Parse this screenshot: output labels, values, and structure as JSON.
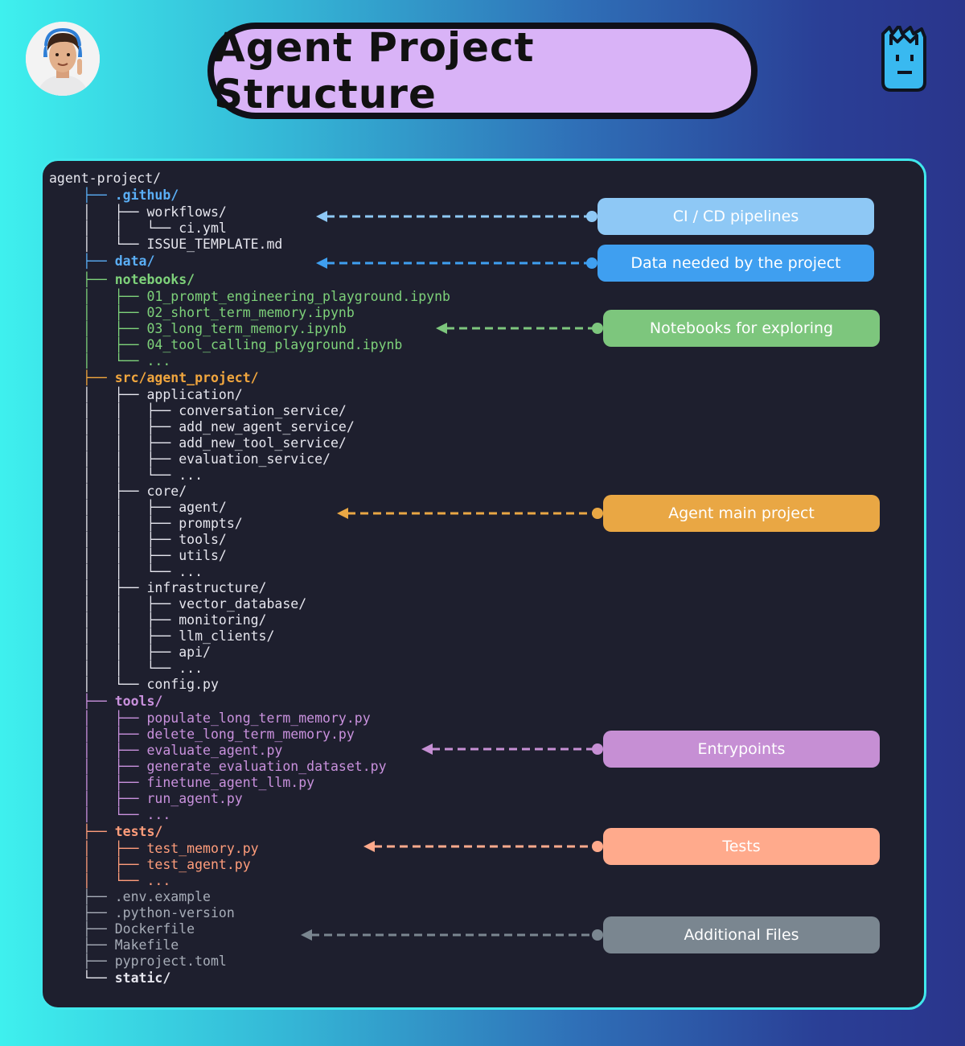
{
  "header": {
    "title": "Agent Project Structure"
  },
  "colors": {
    "blue_light": "#8ec8f5",
    "blue": "#3f9ff0",
    "green": "#7dc67d",
    "orange": "#e9a744",
    "purple": "#c68fd4",
    "salmon": "#ffaa8c",
    "gray": "#7a8690"
  },
  "tree": {
    "root": "agent-project/",
    "github": ".github/",
    "workflows": "workflows/",
    "ci": "ci.yml",
    "issue_template": "ISSUE_TEMPLATE.md",
    "data": "data/",
    "notebooks": "notebooks/",
    "nb1": "01_prompt_engineering_playground.ipynb",
    "nb2": "02_short_term_memory.ipynb",
    "nb3": "03_long_term_memory.ipynb",
    "nb4": "04_tool_calling_playground.ipynb",
    "ellipsis": "...",
    "src": "src/agent_project/",
    "application": "application/",
    "conversation_service": "conversation_service/",
    "add_new_agent_service": "add_new_agent_service/",
    "add_new_tool_service": "add_new_tool_service/",
    "evaluation_service": "evaluation_service/",
    "core": "core/",
    "agent": "agent/",
    "prompts": "prompts/",
    "tools_sub": "tools/",
    "utils": "utils/",
    "infrastructure": "infrastructure/",
    "vector_database": "vector_database/",
    "monitoring": "monitoring/",
    "llm_clients": "llm_clients/",
    "api": "api/",
    "config": "config.py",
    "tools": "tools/",
    "populate": "populate_long_term_memory.py",
    "delete": "delete_long_term_memory.py",
    "evaluate": "evaluate_agent.py",
    "generate": "generate_evaluation_dataset.py",
    "finetune": "finetune_agent_llm.py",
    "run_agent": "run_agent.py",
    "tests": "tests/",
    "test_memory": "test_memory.py",
    "test_agent": "test_agent.py",
    "env": ".env.example",
    "python_version": ".python-version",
    "dockerfile": "Dockerfile",
    "makefile": "Makefile",
    "pyproject": "pyproject.toml",
    "static": "static/"
  },
  "labels": {
    "ci_cd": "CI / CD pipelines",
    "data": "Data needed by the project",
    "notebooks": "Notebooks for exploring",
    "agent": "Agent main project",
    "entrypoints": "Entrypoints",
    "tests": "Tests",
    "additional": "Additional Files"
  }
}
